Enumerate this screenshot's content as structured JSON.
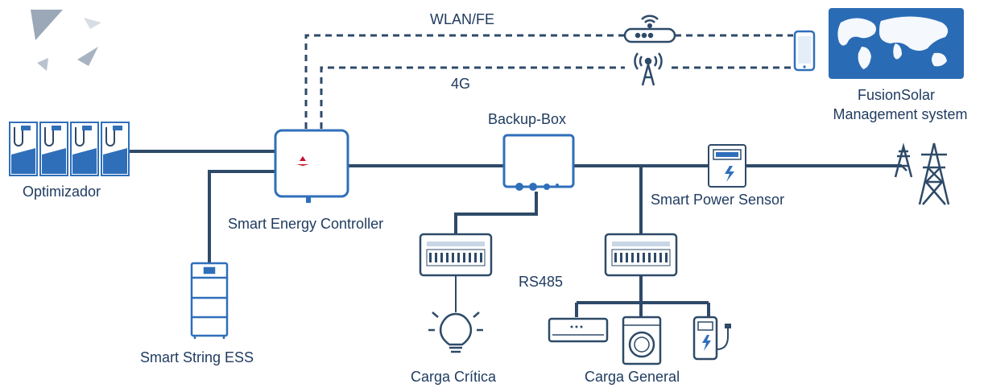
{
  "labels": {
    "wlan": "WLAN/FE",
    "g4": "4G",
    "fusion_line1": "FusionSolar",
    "fusion_line2": "Management system",
    "backup_box": "Backup-Box",
    "optimizer": "Optimizador",
    "controller": "Smart Energy Controller",
    "power_sensor": "Smart Power Sensor",
    "rs485": "RS485",
    "ess": "Smart String ESS",
    "critical_load": "Carga Crítica",
    "general_load": "Carga General"
  },
  "colors": {
    "line": "#2e4a68",
    "device_stroke": "#2f6fba",
    "accent_blue": "#2f6fba",
    "map_bg": "#2a6bb5",
    "text": "#1e3a5f",
    "logo_gray": "#9aa8b8"
  },
  "icons": [
    "logo-icon",
    "router-icon",
    "antenna-icon",
    "phone-icon",
    "world-map-icon",
    "solar-panel-icon",
    "inverter-icon",
    "battery-icon",
    "backup-box-icon",
    "breaker-panel-icon",
    "bulb-icon",
    "meter-icon",
    "pylon-icon",
    "air-conditioner-icon",
    "washer-icon",
    "ev-charger-icon"
  ]
}
